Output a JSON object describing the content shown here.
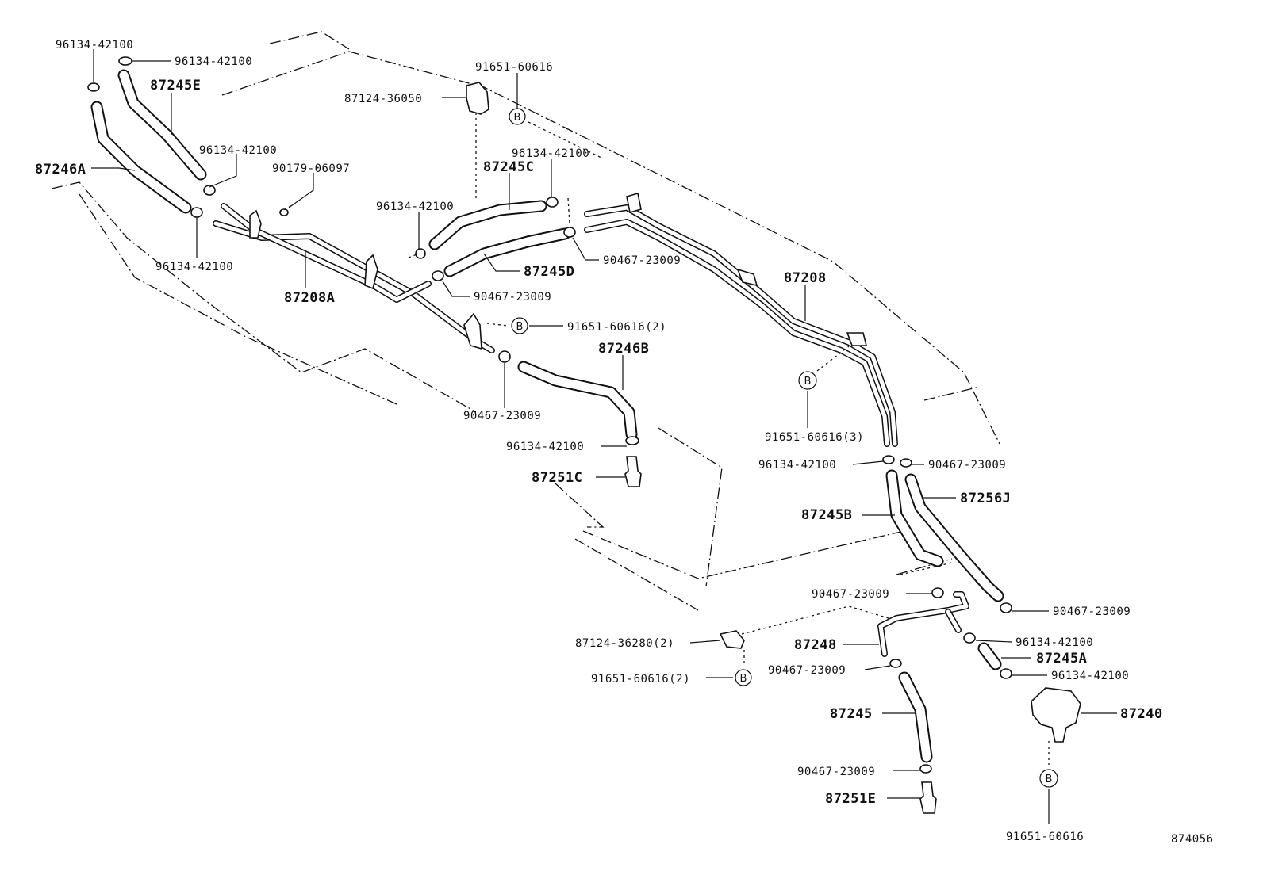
{
  "diagram_id": "874056",
  "callout_symbol": "B",
  "labels": {
    "l_96134_42100_a": "96134-42100",
    "l_96134_42100_b": "96134-42100",
    "l_87245E": "87245E",
    "l_87246A": "87246A",
    "l_96134_42100_c": "96134-42100",
    "l_90179_06097": "90179-06097",
    "l_96134_42100_d": "96134-42100",
    "l_87208A": "87208A",
    "l_91651_60616_a": "91651-60616",
    "l_87124_36050": "87124-36050",
    "l_96134_42100_e": "96134-42100",
    "l_87245C": "87245C",
    "l_96134_42100_f": "96134-42100",
    "l_87245D": "87245D",
    "l_90467_23009_a": "90467-23009",
    "l_90467_23009_b": "90467-23009",
    "l_91651_60616_2a": "91651-60616(2)",
    "l_87246B": "87246B",
    "l_90467_23009_c": "90467-23009",
    "l_96134_42100_g": "96134-42100",
    "l_87251C": "87251C",
    "l_87208": "87208",
    "l_91651_60616_3": "91651-60616(3)",
    "l_96134_42100_h": "96134-42100",
    "l_90467_23009_d": "90467-23009",
    "l_87256J": "87256J",
    "l_87245B": "87245B",
    "l_90467_23009_e": "90467-23009",
    "l_90467_23009_f": "90467-23009",
    "l_87124_36280": "87124-36280(2)",
    "l_87248": "87248",
    "l_96134_42100_i": "96134-42100",
    "l_87245A": "87245A",
    "l_91651_60616_2b": "91651-60616(2)",
    "l_90467_23009_g": "90467-23009",
    "l_96134_42100_j": "96134-42100",
    "l_87245": "87245",
    "l_87240": "87240",
    "l_90467_23009_h": "90467-23009",
    "l_87251E": "87251E",
    "l_91651_60616_b": "91651-60616"
  }
}
